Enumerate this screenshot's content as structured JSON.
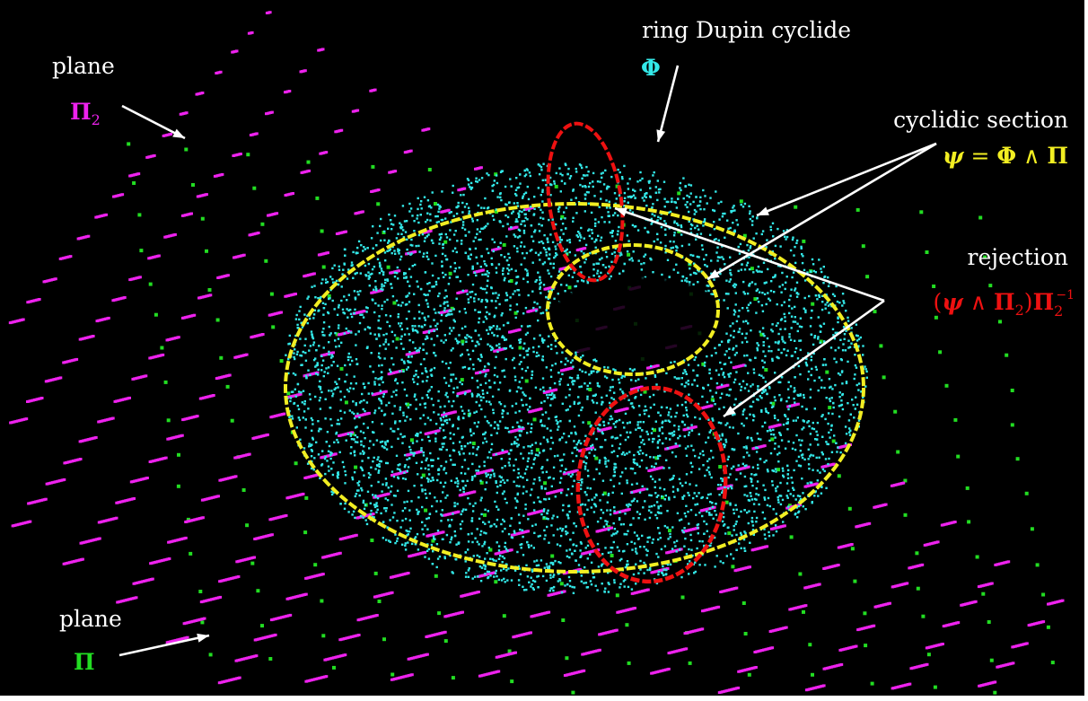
{
  "colors": {
    "background": "#000000",
    "plane_pi": "#22dd22",
    "plane_pi2": "#ee22ee",
    "cyclide": "#33e8e8",
    "cyclidic_section": "#f2ee22",
    "rejection": "#ee1111",
    "label_text": "#ffffff",
    "arrow": "#ffffff"
  },
  "labels": {
    "plane_pi2": {
      "caption": "plane",
      "symbol": "Π",
      "subscript": "2"
    },
    "cyclide": {
      "caption": "ring Dupin cyclide",
      "symbol": "Φ"
    },
    "section": {
      "caption": "cyclidic section",
      "psi": "ψ",
      "equals": " = ",
      "phi": "Φ",
      "wedge": " ∧ ",
      "pi": "Π"
    },
    "rejection": {
      "caption": "rejection",
      "open": "(",
      "psi": "ψ",
      "wedge": " ∧ ",
      "pi": "Π",
      "sub2": "2",
      "close": ")",
      "pi_b": "Π",
      "sub2_b": "2",
      "sup": "−1"
    },
    "plane_pi": {
      "caption": "plane",
      "symbol": "Π"
    }
  }
}
